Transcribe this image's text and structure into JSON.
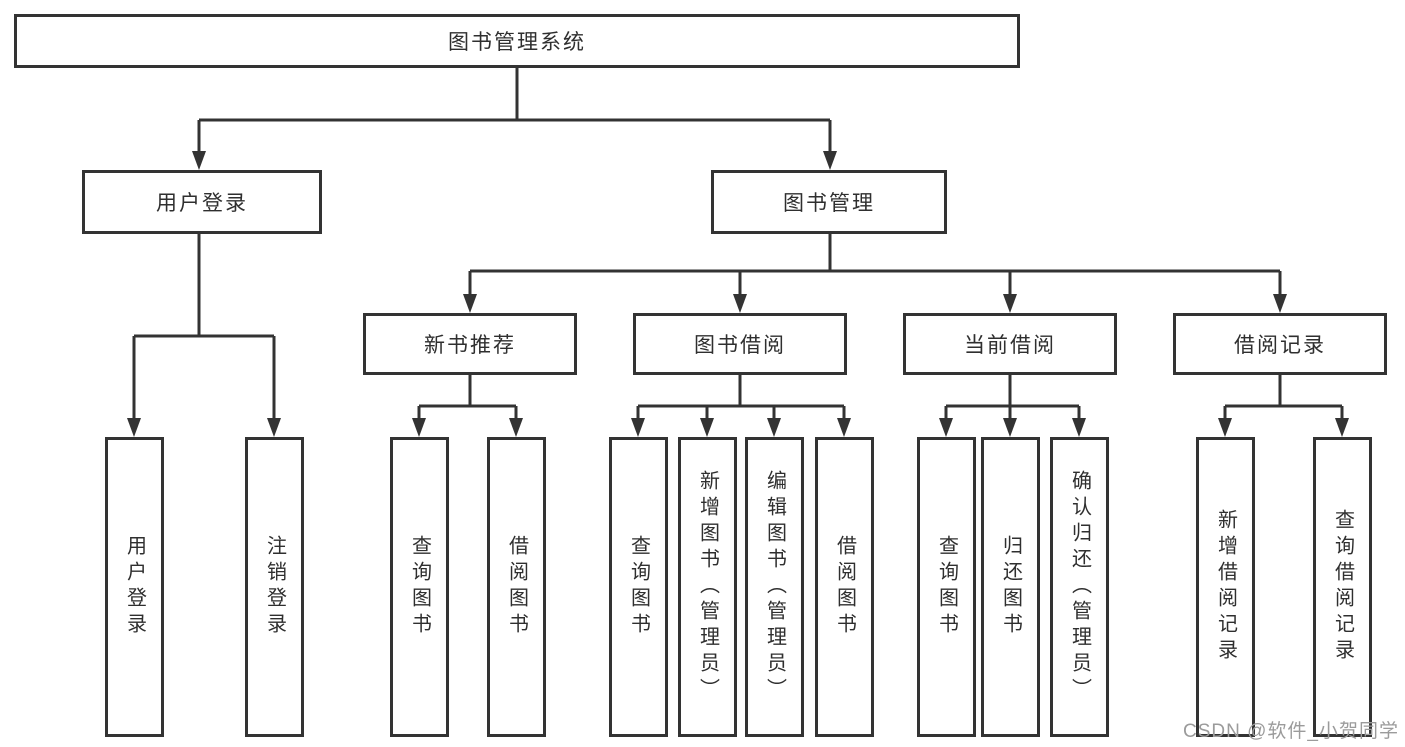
{
  "diagram": {
    "root": {
      "label": "图书管理系统"
    },
    "level2": {
      "user_login": {
        "label": "用户登录"
      },
      "book_management": {
        "label": "图书管理"
      }
    },
    "level3": {
      "new_book_recommend": {
        "label": "新书推荐"
      },
      "book_borrow": {
        "label": "图书借阅"
      },
      "current_borrow": {
        "label": "当前借阅"
      },
      "borrow_records": {
        "label": "借阅记录"
      }
    },
    "leaves": {
      "user_login": [
        "用户登录",
        "注销登录"
      ],
      "new_book_recommend": [
        "查询图书",
        "借阅图书"
      ],
      "book_borrow": [
        "查询图书",
        "新增图书（管理员）",
        "编辑图书（管理员）",
        "借阅图书"
      ],
      "current_borrow": [
        "查询图书",
        "归还图书",
        "确认归还（管理员）"
      ],
      "borrow_records": [
        "新增借阅记录",
        "查询借阅记录"
      ]
    }
  },
  "colors": {
    "line": "#333333",
    "box_border": "#333333",
    "box_fill": "#ffffff",
    "text": "#2f2f2f",
    "watermark": "#9b9b9b"
  },
  "watermark": {
    "text": "CSDN @软件_小贺同学"
  }
}
